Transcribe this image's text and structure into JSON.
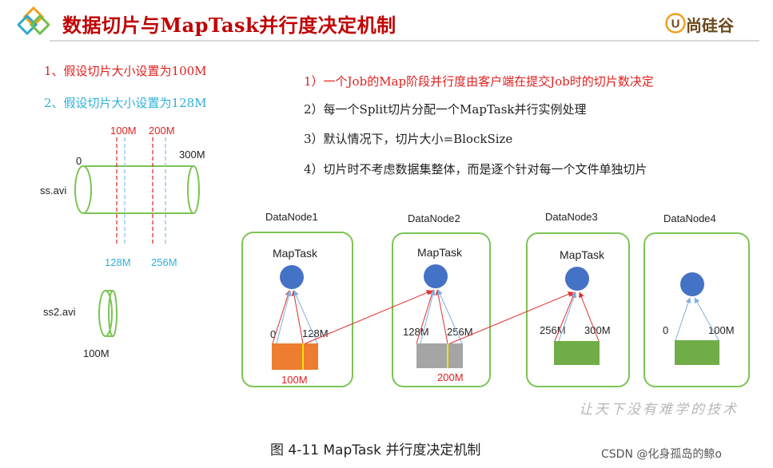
{
  "header": {
    "title": "数据切片与MapTask并行度决定机制",
    "logo_text": "尚硅谷",
    "logo_letter": "U"
  },
  "cases": {
    "case1": "1、假设切片大小设置为100M",
    "case2": "2、假设切片大小设置为128M"
  },
  "rules": [
    "1）一个Job的Map阶段并行度由客户端在提交Job时的切片数决定",
    "2）每一个Split切片分配一个MapTask并行实例处理",
    "3）默认情况下，切片大小=BlockSize",
    "4）切片时不考虑数据集整体，而是逐个针对每一个文件单独切片"
  ],
  "files": {
    "file1": {
      "name": "ss.avi",
      "start": "0",
      "end": "300M",
      "marks_top": [
        "100M",
        "200M"
      ],
      "marks_bottom": [
        "128M",
        "256M"
      ]
    },
    "file2": {
      "name": "ss2.avi",
      "size": "100M"
    }
  },
  "datanodes": [
    {
      "name": "DataNode1",
      "task": "MapTask",
      "left": "0",
      "right": "128M",
      "bottom": "100M"
    },
    {
      "name": "DataNode2",
      "task": "MapTask",
      "left": "128M",
      "right": "256M",
      "bottom": "200M"
    },
    {
      "name": "DataNode3",
      "task": "MapTask",
      "left": "256M",
      "right": "300M",
      "bottom": ""
    },
    {
      "name": "DataNode4",
      "task": "",
      "left": "0",
      "right": "100M",
      "bottom": ""
    }
  ],
  "colors": {
    "title": "#c00000",
    "rule_highlight": "#e02020",
    "case2": "#2fb0d8",
    "node_border": "#7cc456",
    "task_circle": "#4472c4",
    "block_orange": "#ed7d31",
    "block_gray": "#a5a5a5",
    "block_green": "#70ad47",
    "split_line": "#ffe000",
    "arrow_red": "#e03030",
    "arrow_blue": "#7fb0e0"
  },
  "caption": "图 4-11    MapTask 并行度决定机制",
  "watermark": "让天下没有难学的技术",
  "footer": "CSDN @化身孤岛的鲸o"
}
